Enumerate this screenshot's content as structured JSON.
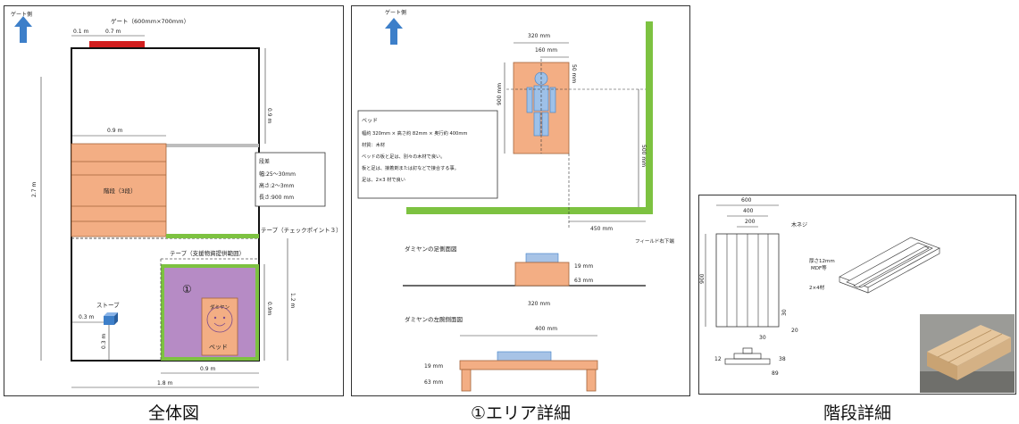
{
  "captions": {
    "overall": "全体図",
    "area1": "①エリア詳細",
    "stairs": "階段詳細"
  },
  "overall": {
    "gate_side": "ゲート側",
    "gate_label": "ゲート（600mm×700mm）",
    "dim_01": "0.1 m",
    "dim_07": "0.7 m",
    "dim_09_right": "0.9 m",
    "dim_09_top": "0.9 m",
    "dim_27": "2.7 m",
    "stairs_label": "階段（3段）",
    "step_box_title": "段差",
    "step_box_w": "幅:25～30mm",
    "step_box_h": "高さ:2～3mm",
    "step_box_l": "長さ:900 mm",
    "tape_cp3": "テープ（チェックポイント３）",
    "tape_rescue": "テープ（支援物資提供範囲）",
    "circle_one": "①",
    "dummy_name": "ダミヤン",
    "bed_label": "ベッド",
    "stove_label": "ストーブ",
    "dim_03_h": "0.3 m",
    "dim_03_v": "0.3 m",
    "dim_09m": "0.9m",
    "dim_12": "1.2 m",
    "dim_09_bottom": "0.9 m",
    "dim_18": "1.8 m"
  },
  "area1": {
    "gate_side": "ゲート側",
    "dim_320": "320 mm",
    "dim_160": "160 mm",
    "dim_50": "50 mm",
    "dim_900": "900 mm",
    "dim_500": "500 mm",
    "dim_450": "450 mm",
    "field_corner": "フィールド右下端",
    "bed_title": "ベッド",
    "bed_line1": "幅約 320mm × 高さ約 82mm × 奥行約 400mm",
    "bed_line2": "材質：木材",
    "bed_line3": "ベッドの板と足は、別々の木材で良い。",
    "bed_line4": "板と足は、接着剤または釘などで接合する事。",
    "bed_line5": "足は、2×3 材で良い",
    "foot_view": "ダミヤンの足側面図",
    "dim_19": "19 mm",
    "dim_63": "63 mm",
    "dim_320b": "320 mm",
    "left_view": "ダミヤンの左腕側面図",
    "dim_400": "400 mm",
    "dim_19b": "19 mm",
    "dim_63b": "63 mm"
  },
  "stairs": {
    "dim_600": "600",
    "dim_400": "400",
    "dim_200": "200",
    "wood_screw": "木ネジ",
    "dim_900": "900",
    "mdf_1": "厚さ12mm",
    "mdf_2": "MDF等",
    "lumber": "2×4材",
    "dim_30": "30",
    "dim_20": "20",
    "dim_30b": "30",
    "dim_12": "12",
    "dim_38": "38",
    "dim_89": "89"
  }
}
